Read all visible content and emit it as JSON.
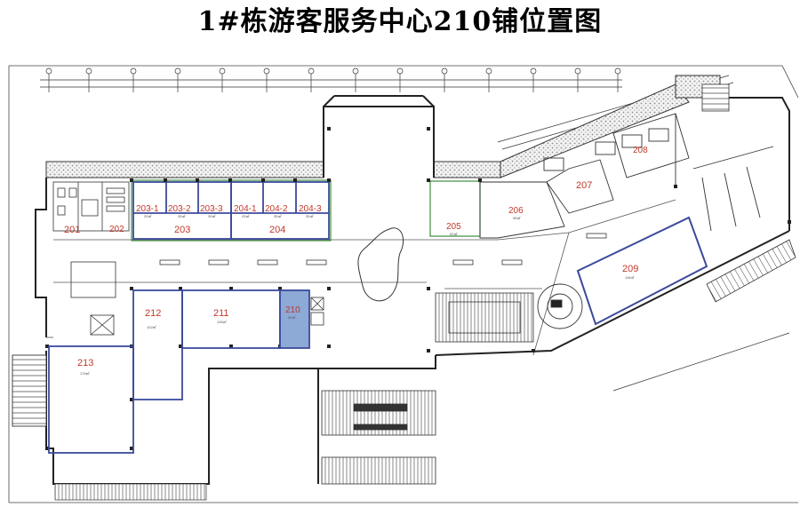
{
  "title": "1#栋游客服务中心210铺位置图",
  "units": [
    {
      "id": "201",
      "label": "201",
      "area": ""
    },
    {
      "id": "202",
      "label": "202",
      "area": ""
    },
    {
      "id": "203-1",
      "label": "203-1",
      "area": "25㎡"
    },
    {
      "id": "203-2",
      "label": "203-2",
      "area": "35㎡"
    },
    {
      "id": "203-3",
      "label": "203-3",
      "area": "35㎡"
    },
    {
      "id": "203",
      "label": "203",
      "area": ""
    },
    {
      "id": "204-1",
      "label": "204-1",
      "area": "25㎡"
    },
    {
      "id": "204-2",
      "label": "204-2",
      "area": "35㎡"
    },
    {
      "id": "204-3",
      "label": "204-3",
      "area": "35㎡"
    },
    {
      "id": "204",
      "label": "204",
      "area": ""
    },
    {
      "id": "205",
      "label": "205",
      "area": "53㎡"
    },
    {
      "id": "206",
      "label": "206",
      "area": "98㎡"
    },
    {
      "id": "207",
      "label": "207",
      "area": ""
    },
    {
      "id": "208",
      "label": "208",
      "area": ""
    },
    {
      "id": "209",
      "label": "209",
      "area": "118㎡"
    },
    {
      "id": "210",
      "label": "210",
      "area": "36㎡"
    },
    {
      "id": "211",
      "label": "211",
      "area": "106㎡"
    },
    {
      "id": "212",
      "label": "212",
      "area": "102㎡"
    },
    {
      "id": "213",
      "label": "213",
      "area": "176㎡"
    }
  ],
  "highlight_unit": "210",
  "colors": {
    "wall": "#333333",
    "unit_border": "#3b4a9b",
    "highlight_fill": "#8da9d6",
    "label": "#c0392b",
    "hatch": "#9a9a9a"
  }
}
